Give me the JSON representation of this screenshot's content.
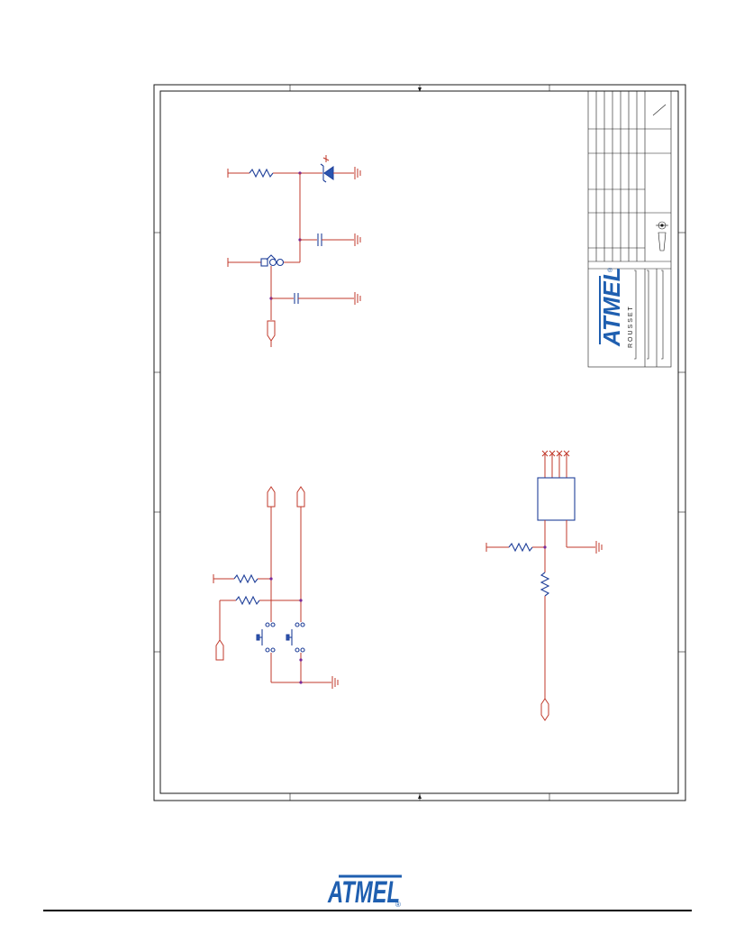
{
  "title_block": {
    "company_logo": "ATMEL",
    "site": "ROUSSET",
    "logo_icon": "atmel-logo-icon",
    "registered_mark": "®"
  },
  "footer": {
    "logo": "ATMEL",
    "registered_mark": "®"
  },
  "colors": {
    "wire": "#c0392b",
    "component": "#1f3f99",
    "node": "#7a2a9a",
    "logo_blue": "#1f5fb0",
    "frame": "#1a1a1a"
  }
}
